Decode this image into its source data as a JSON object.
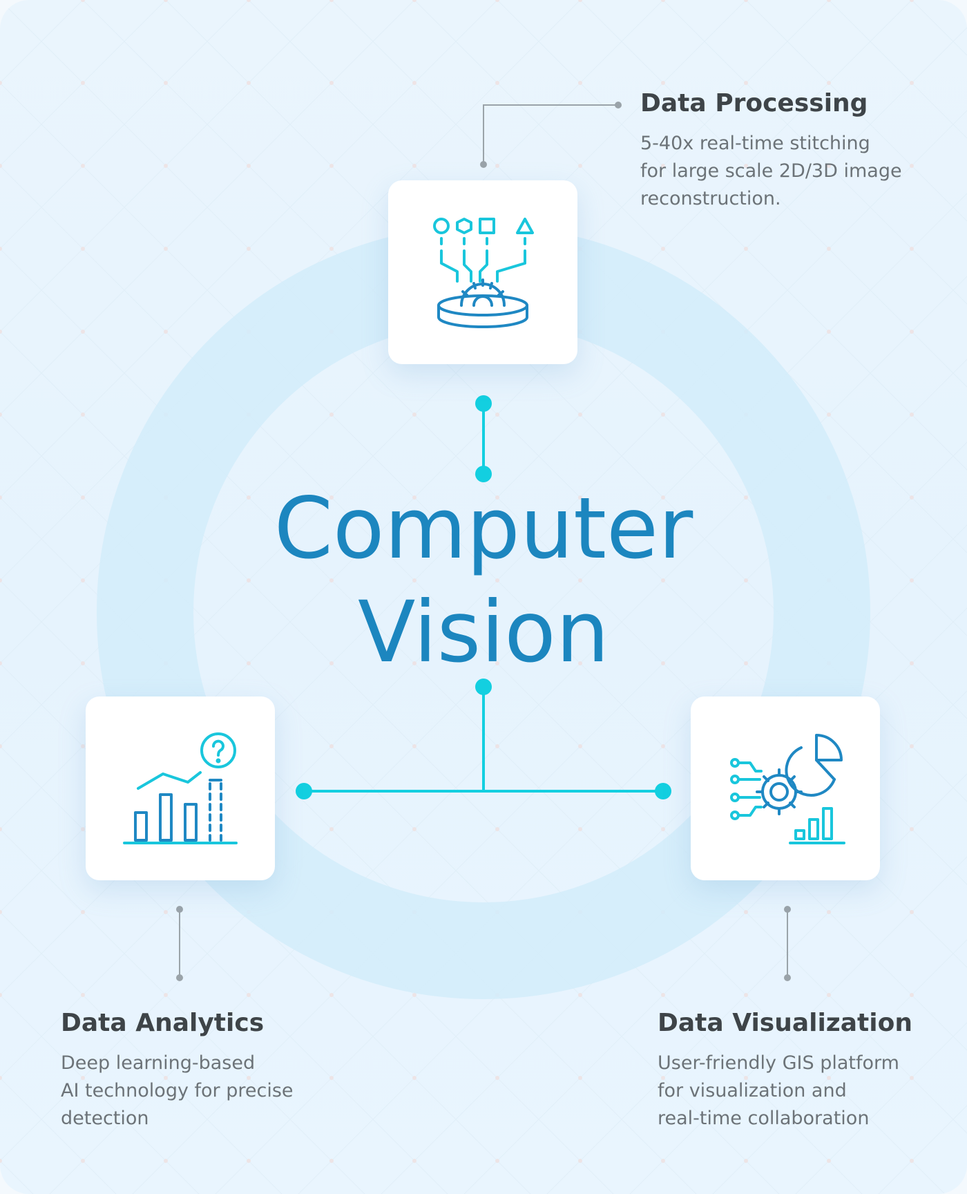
{
  "diagram": {
    "title_lines": [
      "Computer",
      "Vision"
    ],
    "features": [
      {
        "id": "data-processing",
        "heading": "Data Processing",
        "description_lines": [
          "5-40x real-time stitching",
          "for large scale 2D/3D image",
          "reconstruction."
        ],
        "icon": "data-processing-icon"
      },
      {
        "id": "data-analytics",
        "heading": "Data Analytics",
        "description_lines": [
          "Deep learning-based",
          "AI technology for precise",
          "detection"
        ],
        "icon": "analytics-chart-question-icon"
      },
      {
        "id": "data-visualization",
        "heading": "Data Visualization",
        "description_lines": [
          "User-friendly GIS platform",
          "for visualization and",
          "real-time collaboration"
        ],
        "icon": "gear-pie-chart-visualization-icon"
      }
    ]
  },
  "colors": {
    "title": "#1c86bf",
    "heading": "#3e4448",
    "description": "#6c7378",
    "connector": "#13cfe0",
    "icon_cyan": "#19c6dc",
    "icon_blue": "#1f88c3",
    "ring": "#d2ecfa",
    "leader_line": "#9aa3a9"
  }
}
